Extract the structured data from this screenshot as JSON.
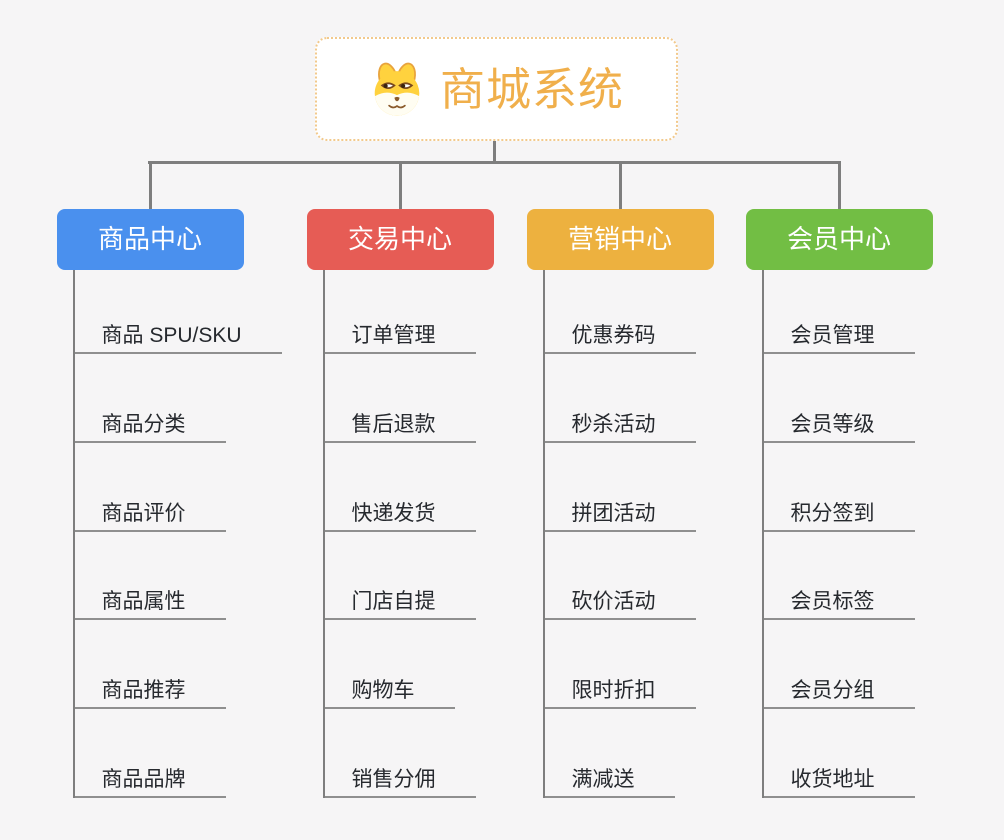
{
  "root": {
    "title": "商城系统",
    "icon": "dog-face-icon"
  },
  "branches": [
    {
      "key": "product-center",
      "label": "商品中心",
      "color": "#4A90EE",
      "children": [
        "商品 SPU/SKU",
        "商品分类",
        "商品评价",
        "商品属性",
        "商品推荐",
        "商品品牌"
      ]
    },
    {
      "key": "trade-center",
      "label": "交易中心",
      "color": "#E65C55",
      "children": [
        "订单管理",
        "售后退款",
        "快递发货",
        "门店自提",
        "购物车",
        "销售分佣"
      ]
    },
    {
      "key": "marketing-center",
      "label": "营销中心",
      "color": "#EDB13F",
      "children": [
        "优惠券码",
        "秒杀活动",
        "拼团活动",
        "砍价活动",
        "限时折扣",
        "满减送"
      ]
    },
    {
      "key": "member-center",
      "label": "会员中心",
      "color": "#72BE44",
      "children": [
        "会员管理",
        "会员等级",
        "积分签到",
        "会员标签",
        "会员分组",
        "收货地址"
      ]
    }
  ],
  "colors": {
    "background": "#F6F5F6",
    "connector": "#7E7E7E",
    "underline": "#8F8F8F",
    "item_text": "#26292E",
    "root_text": "#F0AF4B",
    "root_border": "#F2C98C",
    "node_text": "#FFFFFF"
  }
}
